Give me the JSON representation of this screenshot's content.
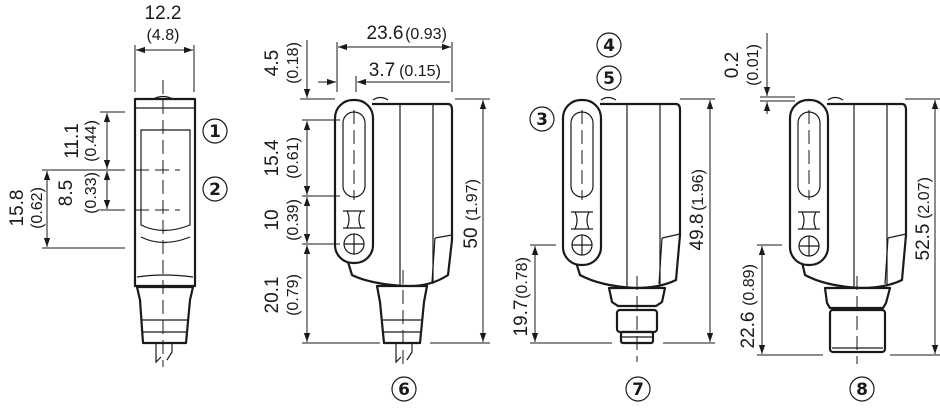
{
  "dimensions": {
    "width_front": {
      "mm": "12.2",
      "in": "(4.8)"
    },
    "offset_1": {
      "mm": "11.1",
      "in": "(0.44)"
    },
    "offset_2": {
      "mm": "8.5",
      "in": "(0.33)"
    },
    "offset_3": {
      "mm": "15.8",
      "in": "(0.62)"
    },
    "depth": {
      "mm": "23.6",
      "in": "(0.93)"
    },
    "plate_offset": {
      "mm": "3.7",
      "in": "(0.15)"
    },
    "top_offset": {
      "mm": "4.5",
      "in": "(0.18)"
    },
    "lens_spacing": {
      "mm": "15.4",
      "in": "(0.61)"
    },
    "hole_spacing": {
      "mm": "10",
      "in": "(0.39)"
    },
    "cable_height": {
      "mm": "20.1",
      "in": "(0.79)"
    },
    "height_cable": {
      "mm": "50",
      "in": "(1.97)"
    },
    "m8_height": {
      "mm": "19.7",
      "in": "(0.78)"
    },
    "height_m8": {
      "mm": "49.8",
      "in": "(1.96)"
    },
    "led_protrusion": {
      "mm": "0.2",
      "in": "(0.01)"
    },
    "m12_height": {
      "mm": "22.6",
      "in": "(0.89)"
    },
    "height_m12": {
      "mm": "52.5",
      "in": "(2.07)"
    }
  },
  "markers": [
    "1",
    "2",
    "3",
    "4",
    "5",
    "6",
    "7",
    "8"
  ]
}
